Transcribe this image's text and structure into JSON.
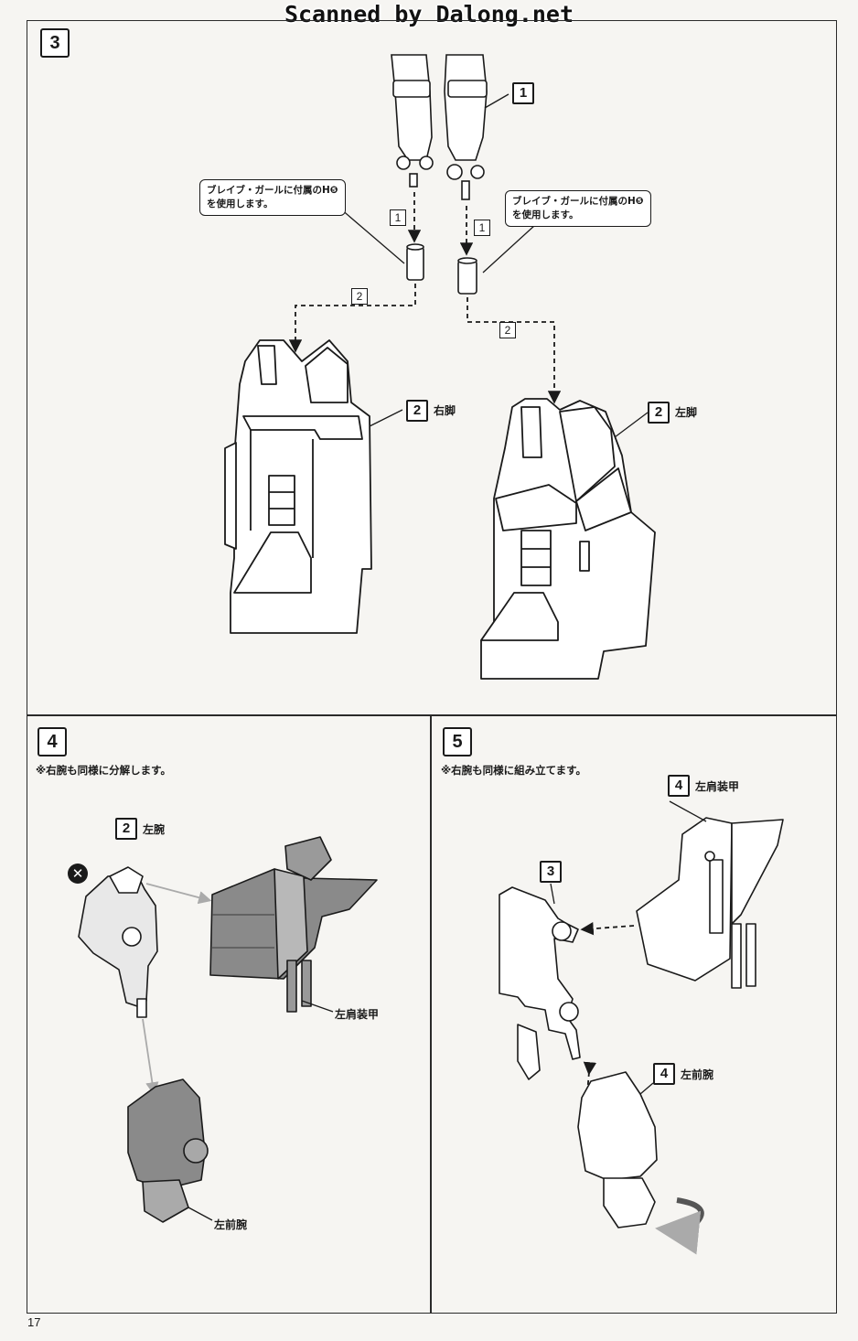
{
  "watermark": "Scanned by Dalong.net",
  "page_number": "17",
  "step3": {
    "number": "3",
    "callout_left_1": "ブレイブ・ガールに付属のH❺",
    "callout_left_2": "を使用します。",
    "callout_right_1": "ブレイブ・ガールに付属のH❺",
    "callout_right_2": "を使用します。",
    "top_part_num": "1",
    "arrow_step_1": "1",
    "arrow_step_2": "2",
    "right_leg_num": "2",
    "right_leg_label": "右脚",
    "left_leg_num": "2",
    "left_leg_label": "左脚"
  },
  "step4": {
    "number": "4",
    "note": "※右腕も同様に分解します。",
    "arm_num": "2",
    "arm_label": "左腕",
    "remove_icon": "x-circle-icon",
    "shoulder_label": "左肩装甲",
    "forearm_label": "左前腕"
  },
  "step5": {
    "number": "5",
    "note": "※右腕も同様に組み立てます。",
    "shoulder_num": "4",
    "shoulder_label": "左肩装甲",
    "body_num": "3",
    "forearm_num": "4",
    "forearm_label": "左前腕",
    "rotate_icon": "rotate-arrow-icon"
  }
}
